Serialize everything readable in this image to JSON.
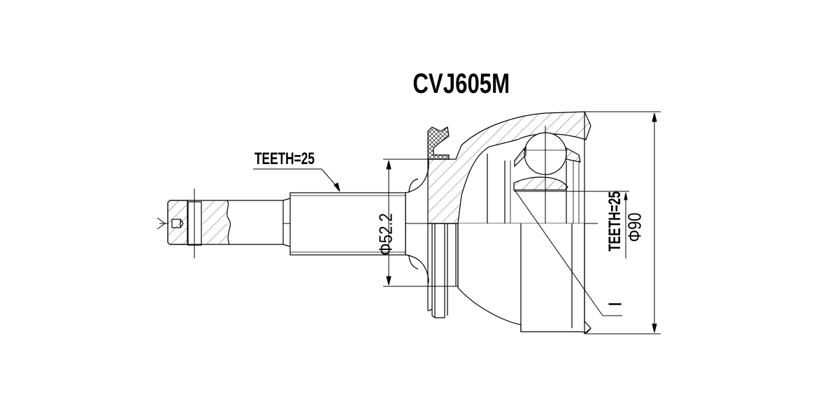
{
  "drawing": {
    "title": "CVJ605M",
    "labels": {
      "outer_spline_teeth": "TEETH=25",
      "shaft_diameter": "Φ52.2",
      "inner_spline_teeth": "TEETH=25",
      "outer_diameter": "Φ90",
      "section_marker": "I"
    },
    "dimensions": {
      "shaft_diameter_mm": 52.2,
      "outer_diameter_mm": 90,
      "outer_spline_teeth": 25,
      "inner_spline_teeth": 25
    },
    "colors": {
      "line": "#000000",
      "hatch": "#555555",
      "background": "#ffffff"
    }
  }
}
